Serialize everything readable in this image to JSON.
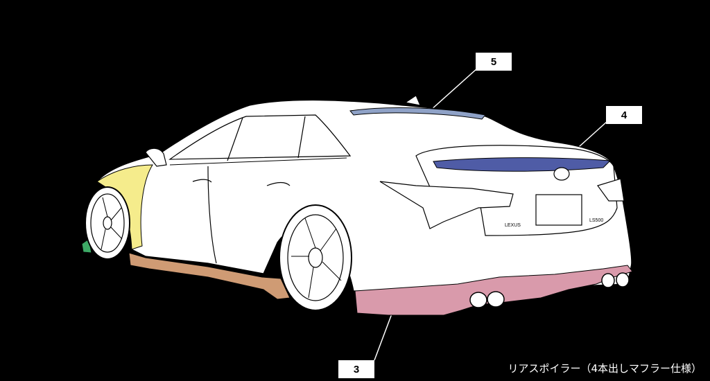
{
  "callouts": [
    {
      "id": "5",
      "label": "5"
    },
    {
      "id": "4",
      "label": "4"
    },
    {
      "id": "3",
      "label": "3"
    }
  ],
  "caption": "リアスポイラー（4本出しマフラー仕様）",
  "car_markings": {
    "badge_left": "LEXUS",
    "badge_right": "LS500"
  },
  "part_colors": {
    "roof_spoiler": "#8fa2c7",
    "trunk_spoiler": "#4f5ca6",
    "rear_bumper": "#d99aab",
    "side_skirt": "#cf9b74",
    "front_fender": "#f5ec8c",
    "front_lip": "#3daa66"
  }
}
